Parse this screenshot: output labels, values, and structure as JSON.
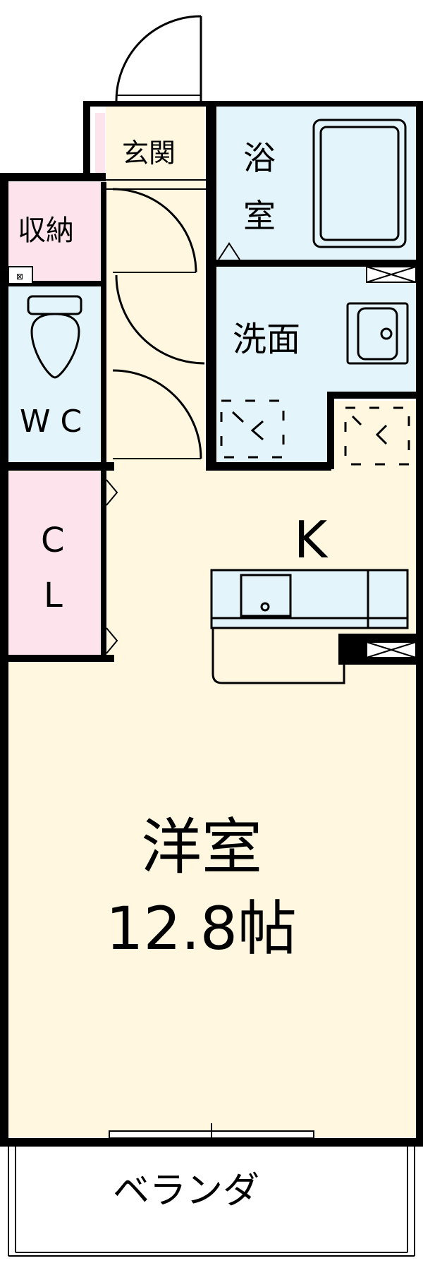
{
  "rooms": {
    "entrance": "玄関",
    "bath_1": "浴",
    "bath_2": "室",
    "storage": "収納",
    "washroom": "洗面",
    "toilet": "W C",
    "closet_1": "C",
    "closet_2": "L",
    "kitchen": "K",
    "western_room": "洋室",
    "room_size": "12.8帖",
    "veranda": "ベランダ"
  },
  "colors": {
    "wall": "#000000",
    "room_floor": "#fff7e0",
    "wet_area": "#e3f4fb",
    "storage": "#fde4ec"
  }
}
